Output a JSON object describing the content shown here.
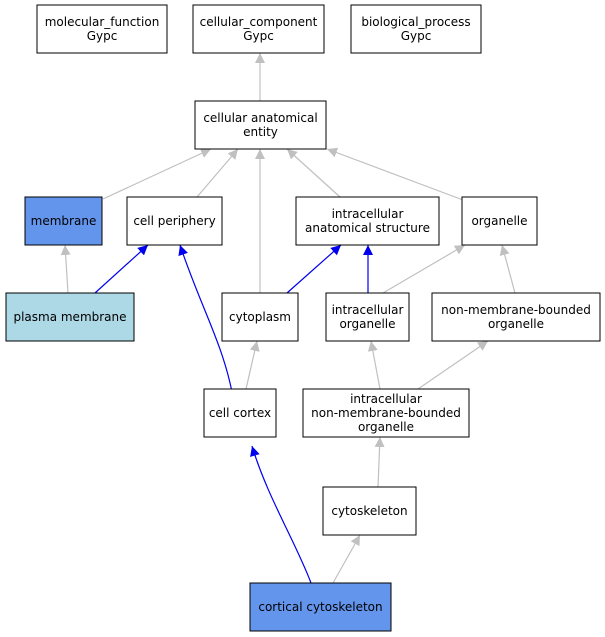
{
  "colors": {
    "node_default": "#ffffff",
    "node_query": "#6495ed",
    "node_highlight": "#add8e6",
    "edge_is_a": "#c0c0c0",
    "edge_part_of": "#0000ee"
  },
  "nodes": [
    {
      "id": "molecular_function",
      "lines": [
        "molecular_function",
        "Gypc"
      ],
      "fill": "node_default"
    },
    {
      "id": "cellular_component",
      "lines": [
        "cellular_component",
        "Gypc"
      ],
      "fill": "node_default"
    },
    {
      "id": "biological_process",
      "lines": [
        "biological_process",
        "Gypc"
      ],
      "fill": "node_default"
    },
    {
      "id": "cellular_anatomical_entity",
      "lines": [
        "cellular anatomical",
        "entity"
      ],
      "fill": "node_default"
    },
    {
      "id": "membrane",
      "lines": [
        "membrane"
      ],
      "fill": "node_query"
    },
    {
      "id": "cell_periphery",
      "lines": [
        "cell periphery"
      ],
      "fill": "node_default"
    },
    {
      "id": "intracellular_anatomical_structure",
      "lines": [
        "intracellular",
        "anatomical structure"
      ],
      "fill": "node_default"
    },
    {
      "id": "organelle",
      "lines": [
        "organelle"
      ],
      "fill": "node_default"
    },
    {
      "id": "plasma_membrane",
      "lines": [
        "plasma membrane"
      ],
      "fill": "node_highlight"
    },
    {
      "id": "cytoplasm",
      "lines": [
        "cytoplasm"
      ],
      "fill": "node_default"
    },
    {
      "id": "intracellular_organelle",
      "lines": [
        "intracellular",
        "organelle"
      ],
      "fill": "node_default"
    },
    {
      "id": "non_membrane_bounded_organelle",
      "lines": [
        "non-membrane-bounded",
        "organelle"
      ],
      "fill": "node_default"
    },
    {
      "id": "cell_cortex",
      "lines": [
        "cell cortex"
      ],
      "fill": "node_default"
    },
    {
      "id": "intracellular_non_membrane_bounded_organelle",
      "lines": [
        "intracellular",
        "non-membrane-bounded",
        "organelle"
      ],
      "fill": "node_default"
    },
    {
      "id": "cytoskeleton",
      "lines": [
        "cytoskeleton"
      ],
      "fill": "node_default"
    },
    {
      "id": "cortical_cytoskeleton",
      "lines": [
        "cortical cytoskeleton"
      ],
      "fill": "node_query"
    }
  ],
  "edges": [
    {
      "from": "cellular_anatomical_entity",
      "to": "cellular_component",
      "type": "edge_is_a"
    },
    {
      "from": "membrane",
      "to": "cellular_anatomical_entity",
      "type": "edge_is_a"
    },
    {
      "from": "cell_periphery",
      "to": "cellular_anatomical_entity",
      "type": "edge_is_a"
    },
    {
      "from": "intracellular_anatomical_structure",
      "to": "cellular_anatomical_entity",
      "type": "edge_is_a"
    },
    {
      "from": "organelle",
      "to": "cellular_anatomical_entity",
      "type": "edge_is_a"
    },
    {
      "from": "cytoplasm",
      "to": "cellular_anatomical_entity",
      "type": "edge_is_a"
    },
    {
      "from": "plasma_membrane",
      "to": "membrane",
      "type": "edge_is_a"
    },
    {
      "from": "plasma_membrane",
      "to": "cell_periphery",
      "type": "edge_part_of"
    },
    {
      "from": "cytoplasm",
      "to": "intracellular_anatomical_structure",
      "type": "edge_part_of"
    },
    {
      "from": "intracellular_organelle",
      "to": "intracellular_anatomical_structure",
      "type": "edge_part_of"
    },
    {
      "from": "intracellular_organelle",
      "to": "organelle",
      "type": "edge_is_a"
    },
    {
      "from": "non_membrane_bounded_organelle",
      "to": "organelle",
      "type": "edge_is_a"
    },
    {
      "from": "cell_cortex",
      "to": "cell_periphery",
      "type": "edge_part_of"
    },
    {
      "from": "cell_cortex",
      "to": "cytoplasm",
      "type": "edge_is_a"
    },
    {
      "from": "intracellular_non_membrane_bounded_organelle",
      "to": "intracellular_organelle",
      "type": "edge_is_a"
    },
    {
      "from": "intracellular_non_membrane_bounded_organelle",
      "to": "non_membrane_bounded_organelle",
      "type": "edge_is_a"
    },
    {
      "from": "cytoskeleton",
      "to": "intracellular_non_membrane_bounded_organelle",
      "type": "edge_is_a"
    },
    {
      "from": "cortical_cytoskeleton",
      "to": "cytoskeleton",
      "type": "edge_is_a"
    },
    {
      "from": "cortical_cytoskeleton",
      "to": "cell_cortex",
      "type": "edge_part_of"
    }
  ]
}
